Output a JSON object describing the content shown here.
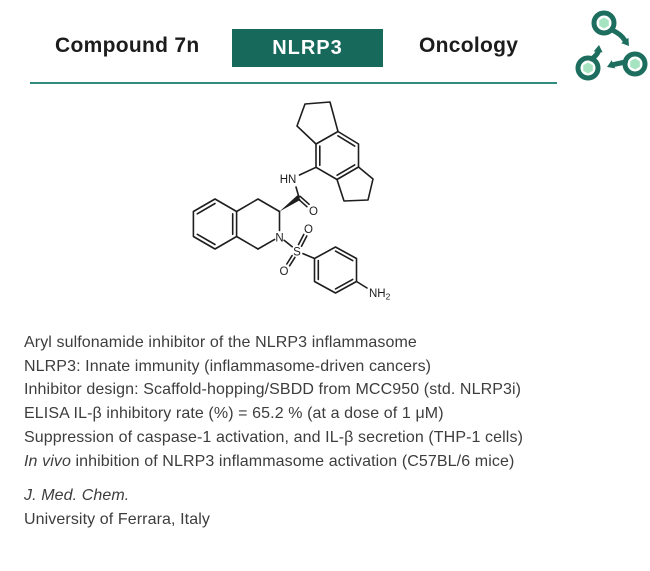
{
  "header": {
    "compound": "Compound 7n",
    "target": "NLRP3",
    "indication": "Oncology"
  },
  "molecule": {
    "description": "aryl sulfonamide NLRP3 inhibitor structure",
    "atoms": {
      "amide": "HN",
      "carbonyl_oxygen": "O",
      "ring_nitrogen": "N",
      "sulfur": "S",
      "sulfonyl_oxygen_top": "O",
      "sulfonyl_oxygen_bottom": "O",
      "amine_base": "NH",
      "amine_sub": "2"
    }
  },
  "description": {
    "lines": [
      "Aryl sulfonamide inhibitor of the NLRP3 inflammasome",
      "NLRP3: Innate immunity (inflammasome-driven cancers)",
      "Inhibitor design: Scaffold-hopping/SBDD from MCC950 (std. NLRP3i)",
      "ELISA IL-β inhibitory rate (%) = 65.2 % (at a dose of 1 μM)",
      "Suppression of caspase-1 activation, and IL-β secretion (THP-1 cells)"
    ],
    "in_vivo": {
      "italic": "In vivo",
      "rest": " inhibition of NLRP3 inflammasome activation (C57BL/6 mice)"
    }
  },
  "footer": {
    "journal": "J. Med. Chem.",
    "affiliation": "University of Ferrara, Italy"
  },
  "colors": {
    "badge_background": "#17695c",
    "badge_text": "#ffffff",
    "divider": "#2f8c7f",
    "logo_dark_teal": "#1d6e5f",
    "logo_mint": "#a6e3c1",
    "heading_text": "#1c1c1c",
    "body_text": "#3d3d3d",
    "structure_stroke": "#1e1e1e"
  }
}
